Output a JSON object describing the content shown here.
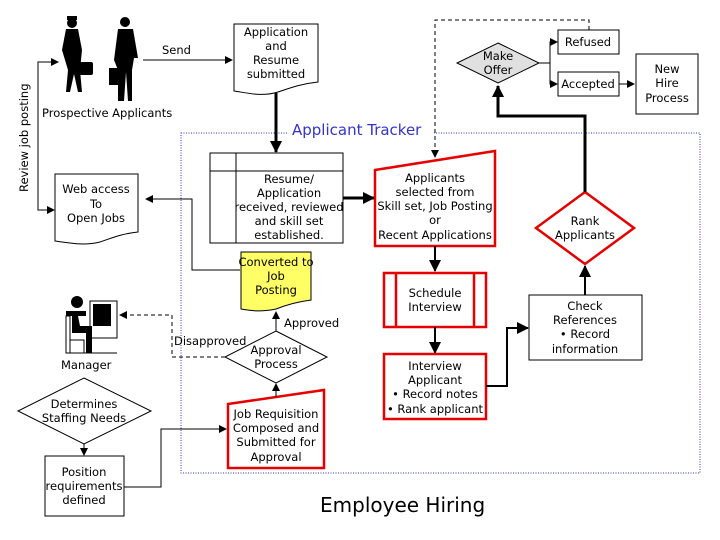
{
  "diagram_title": "Employee Hiring",
  "container_label": "Applicant Tracker",
  "colors": {
    "accent_red": "#e60000",
    "tracker_blue": "#3333cc",
    "yellow_doc": "#ffff66",
    "offer_gray": "#e0e0e0"
  },
  "actors": {
    "applicants": {
      "icon": "people-silhouette-icon",
      "label": "Prospective Applicants"
    },
    "manager": {
      "icon": "manager-at-computer-icon",
      "label": "Manager"
    }
  },
  "nodes": {
    "application_submitted": [
      "Application",
      "and",
      "Resume",
      "submitted"
    ],
    "web_access": [
      "Web access",
      "To",
      "Open Jobs"
    ],
    "resume_reviewed": [
      "Resume/",
      "Application",
      "received, reviewed",
      "and skill set",
      "established."
    ],
    "applicants_selected": [
      "Applicants",
      "selected from",
      "Skill set, Job Posting",
      "or",
      "Recent Applications"
    ],
    "converted_posting": [
      "Converted to",
      "Job",
      "Posting"
    ],
    "schedule_interview": [
      "Schedule",
      "Interview"
    ],
    "approval_process": [
      "Approval",
      "Process"
    ],
    "interview_applicant": [
      "Interview",
      "Applicant",
      "• Record notes",
      "• Rank applicant"
    ],
    "check_references": [
      "Check",
      "References",
      "• Record",
      "information"
    ],
    "rank_applicants": [
      "Rank",
      "Applicants"
    ],
    "make_offer": [
      "Make",
      "Offer"
    ],
    "refused": [
      "Refused"
    ],
    "accepted": [
      "Accepted"
    ],
    "new_hire": [
      "New",
      "Hire",
      "Process"
    ],
    "determines_needs": [
      "Determines",
      "Staffing Needs"
    ],
    "position_defined": [
      "Position",
      "requirements",
      "defined"
    ],
    "job_requisition": [
      "Job Requisition",
      "Composed and",
      "Submitted for",
      "Approval"
    ]
  },
  "edge_labels": {
    "send": "Send",
    "review": "Review job posting",
    "approved": "Approved",
    "disapproved": "Disapproved"
  }
}
